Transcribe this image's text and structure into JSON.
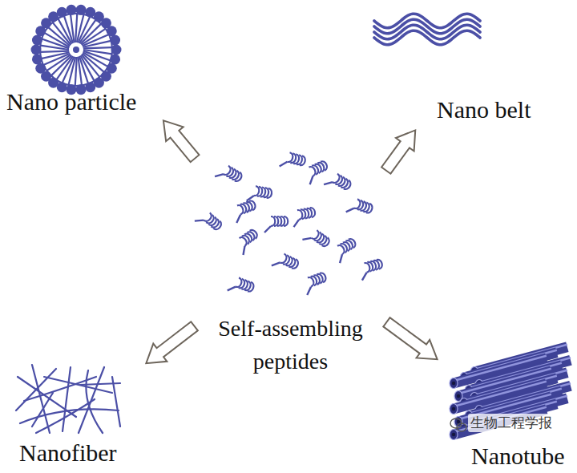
{
  "diagram": {
    "nodes": [
      {
        "text": [
          "Nano particle"
        ]
      },
      {
        "text": [
          "Nano belt"
        ]
      },
      {
        "text": [
          "Self-assembling peptides"
        ]
      },
      {
        "text": [
          "Nanofiber"
        ]
      },
      {
        "text": [
          "Nanotube"
        ]
      }
    ],
    "edges": [
      {
        "from": 2,
        "to": 0,
        "arrow": "to"
      },
      {
        "from": 2,
        "to": 1,
        "arrow": "to"
      },
      {
        "from": 2,
        "to": 3,
        "arrow": "to"
      },
      {
        "from": 2,
        "to": 4,
        "arrow": "to"
      }
    ],
    "labels": [
      "生物工程学报"
    ]
  }
}
